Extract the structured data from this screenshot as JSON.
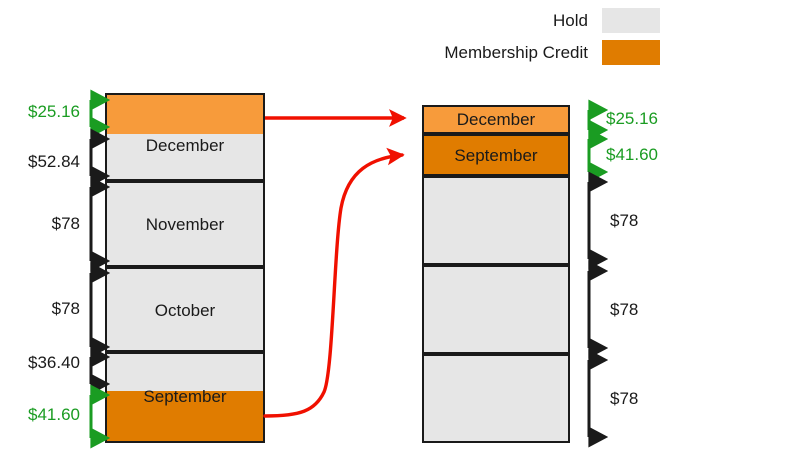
{
  "legend": {
    "items": [
      {
        "label": "Hold",
        "color": "#E6E6E6",
        "swatch_name": "hold-swatch"
      },
      {
        "label": "Membership Credit",
        "color": "#E07C00",
        "swatch_name": "membership-credit-swatch"
      }
    ]
  },
  "colors": {
    "hold_gray": "#E6E6E6",
    "membership_credit_orange": "#E07C00",
    "partial_credit_orange": "#F79B3B",
    "arrow_red": "#F01000",
    "highlight_green": "#1a9c22",
    "outline_black": "#1a1a1a",
    "background": "#FFFFFF"
  },
  "left_column": {
    "name": "before-column",
    "blocks": [
      {
        "label": "December",
        "segments": [
          {
            "kind": "credit",
            "amount": "$25.16",
            "color": "#F79B3B"
          },
          {
            "kind": "hold",
            "amount": "$52.84",
            "color": "#E6E6E6"
          }
        ]
      },
      {
        "label": "November",
        "segments": [
          {
            "kind": "hold",
            "amount": "$78",
            "color": "#E6E6E6"
          }
        ]
      },
      {
        "label": "October",
        "segments": [
          {
            "kind": "hold",
            "amount": "$78",
            "color": "#E6E6E6"
          }
        ]
      },
      {
        "label": "September",
        "segments": [
          {
            "kind": "hold",
            "amount": "$36.40",
            "color": "#E6E6E6"
          },
          {
            "kind": "credit",
            "amount": "$41.60",
            "color": "#E07C00"
          }
        ]
      }
    ],
    "measures": [
      {
        "text": "$25.16",
        "highlight": true
      },
      {
        "text": "$52.84",
        "highlight": false
      },
      {
        "text": "$78",
        "highlight": false
      },
      {
        "text": "$78",
        "highlight": false
      },
      {
        "text": "$36.40",
        "highlight": false
      },
      {
        "text": "$41.60",
        "highlight": true
      }
    ]
  },
  "right_column": {
    "name": "after-column",
    "blocks": [
      {
        "label": "December",
        "segments": [
          {
            "kind": "credit",
            "amount": "$25.16",
            "color": "#F79B3B"
          }
        ]
      },
      {
        "label": "September",
        "segments": [
          {
            "kind": "credit",
            "amount": "$41.60",
            "color": "#E07C00"
          }
        ]
      },
      {
        "label": "",
        "segments": [
          {
            "kind": "hold",
            "amount": "$78",
            "color": "#E6E6E6"
          }
        ]
      },
      {
        "label": "",
        "segments": [
          {
            "kind": "hold",
            "amount": "$78",
            "color": "#E6E6E6"
          }
        ]
      },
      {
        "label": "",
        "segments": [
          {
            "kind": "hold",
            "amount": "$78",
            "color": "#E6E6E6"
          }
        ]
      }
    ],
    "measures": [
      {
        "text": "$25.16",
        "highlight": true
      },
      {
        "text": "$41.60",
        "highlight": true
      },
      {
        "text": "$78",
        "highlight": false
      },
      {
        "text": "$78",
        "highlight": false
      },
      {
        "text": "$78",
        "highlight": false
      }
    ]
  },
  "flow_arrows": [
    {
      "name": "december-credit-arrow",
      "from": "December credit",
      "to": "December"
    },
    {
      "name": "september-credit-arrow",
      "from": "September credit",
      "to": "September"
    }
  ]
}
